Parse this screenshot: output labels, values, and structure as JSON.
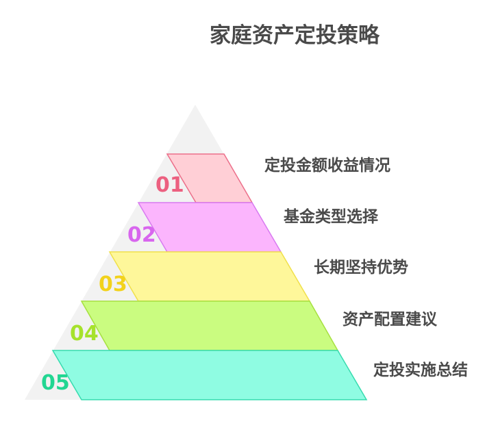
{
  "title": "家庭资产定投策略",
  "background_color": "#f2f2f2",
  "levels": [
    {
      "number": "01",
      "label": "定投金额收益情况",
      "fill": "#ffcfd6",
      "stroke": "#ec6f8a",
      "num_color": "#ec6080"
    },
    {
      "number": "02",
      "label": "基金类型选择",
      "fill": "#fbb5fd",
      "stroke": "#d87af0",
      "num_color": "#d866ee"
    },
    {
      "number": "03",
      "label": "长期坚持优势",
      "fill": "#fef79a",
      "stroke": "#f0e04a",
      "num_color": "#f2d21c"
    },
    {
      "number": "04",
      "label": "资产配置建议",
      "fill": "#cafc80",
      "stroke": "#a6e040",
      "num_color": "#a6e22c"
    },
    {
      "number": "05",
      "label": "定投实施总结",
      "fill": "#8ffce2",
      "stroke": "#36dbae",
      "num_color": "#22d692"
    }
  ]
}
